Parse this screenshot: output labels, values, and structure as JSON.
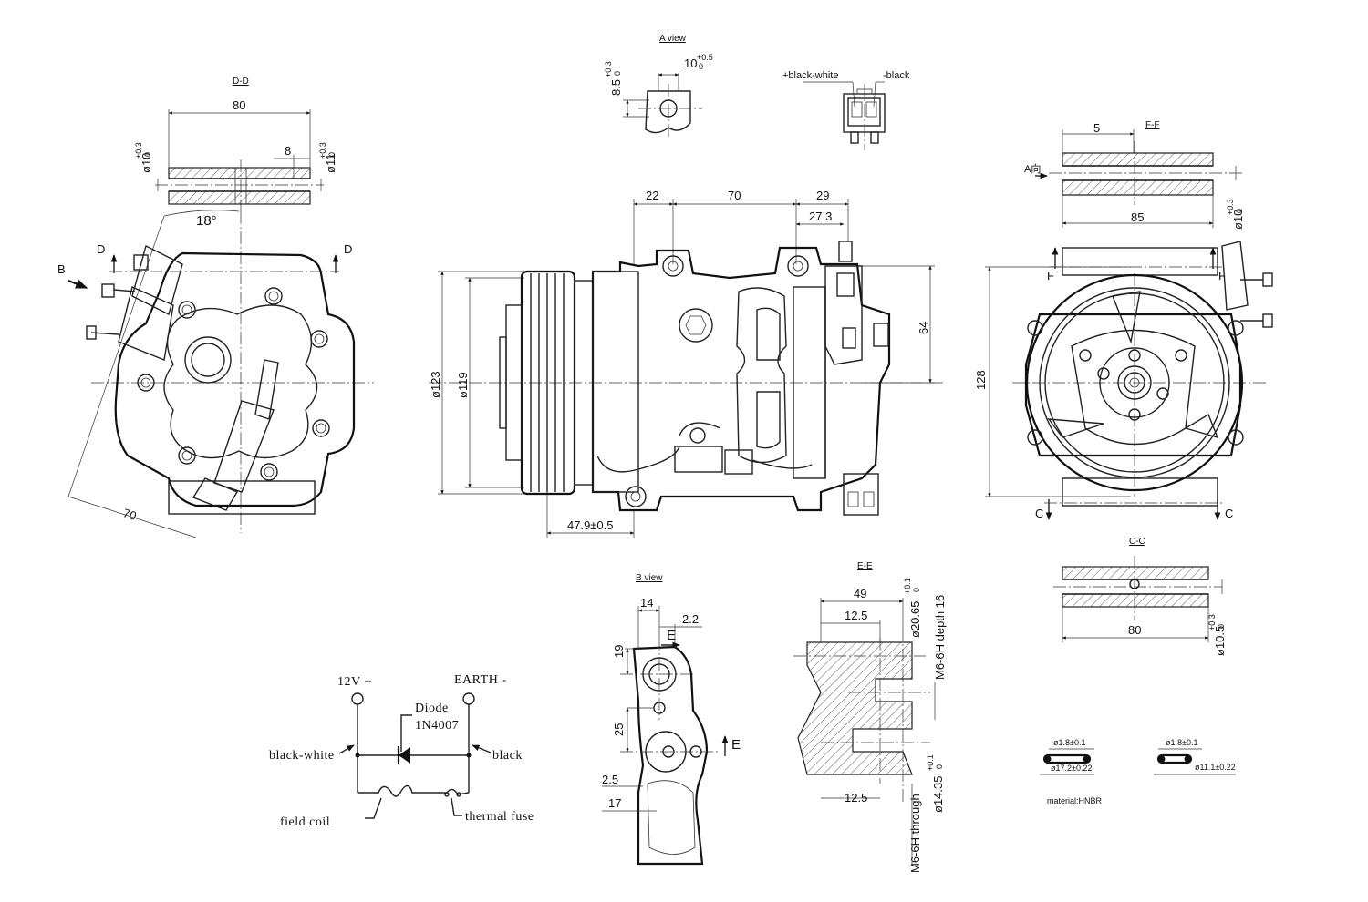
{
  "views": {
    "a_view": "A view",
    "d_d": "D-D",
    "f_f": "F-F",
    "b_view": "B view",
    "e_e": "E-E",
    "c_c": "C-C"
  },
  "dims": {
    "dd_80": "80",
    "dd_8": "8",
    "dd_d10": "ø10",
    "dd_d10_tol": "+0.3",
    "dd_d10_tol0": "0",
    "dd_d11": "ø11",
    "dd_d11_tol": "+0.3",
    "dd_d11_tol0": "0",
    "angle_18": "18°",
    "len_70": "70",
    "av_10": "10",
    "av_10_tol": "+0.5",
    "av_10_tol0": "0",
    "av_85": "8.5",
    "av_85_tol": "+0.3",
    "av_85_tol0": "0",
    "top_22": "22",
    "top_70": "70",
    "top_29": "29",
    "top_273": "27.3",
    "side_64": "64",
    "d123": "ø123",
    "d119": "ø119",
    "bot_479": "47.9±0.5",
    "ff_5": "5",
    "ff_85": "85",
    "ff_d10": "ø10",
    "ff_d10_tol": "+0.3",
    "ff_d10_tol0": "0",
    "r_128": "128",
    "bv_14": "14",
    "bv_22": "2.2",
    "bv_19": "19",
    "bv_25": "25",
    "bv_25b": "2.5",
    "bv_17": "17",
    "ee_49": "49",
    "ee_125a": "12.5",
    "ee_125b": "12.5",
    "ee_d2065": "ø20.65",
    "ee_d2065_tol": "+0.1",
    "ee_d2065_tol0": "0",
    "ee_m6_depth": "M6-6H depth 16",
    "ee_m6_through": "M6-6H through",
    "ee_d1435": "ø14.35",
    "ee_d1435_tol": "+0.1",
    "ee_d1435_tol0": "0",
    "cc_80": "80",
    "cc_d105": "ø10.5",
    "cc_d105_tol": "+0.3",
    "cc_d105_tol0": "0"
  },
  "markers": {
    "D1": "D",
    "D2": "D",
    "B": "B",
    "F1": "F",
    "F2": "F",
    "C1": "C",
    "C2": "C",
    "E1": "E",
    "E2": "E",
    "A_dir": "A向"
  },
  "connector": {
    "plus_label": "+black-white",
    "minus_label": "-black"
  },
  "circuit": {
    "v12": "12V +",
    "earth": "EARTH -",
    "diode": "Diode",
    "diode_part": "1N4007",
    "black_white": "black-white",
    "black": "black",
    "field_coil": "field coil",
    "thermal_fuse": "thermal fuse"
  },
  "orings": {
    "o1_cs": "ø1.8±0.1",
    "o1_id": "ø17.2±0.22",
    "o2_cs": "ø1.8±0.1",
    "o2_id": "ø11.1±0.22",
    "material": "material:HNBR"
  }
}
